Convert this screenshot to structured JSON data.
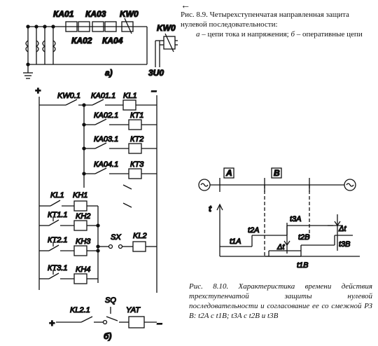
{
  "fig_a": {
    "relays": [
      "КА01",
      "КА03",
      "KW0",
      "КА02",
      "КА04"
    ],
    "kw_label": "KW0",
    "voltage_label": "3U0",
    "panel_label": "а)"
  },
  "fig_b": {
    "plus": "+",
    "minus": "–",
    "contacts": [
      "KW0.1",
      "КА01.1",
      "КА02.1",
      "КА03.1",
      "КА04.1",
      "KL1",
      "КТ1.1",
      "КТ2.1",
      "КТ3.1",
      "KL2.1"
    ],
    "coils": [
      "KL1",
      "КТ1",
      "КТ2",
      "КТ3",
      "KH1",
      "KH2",
      "KH3",
      "KH4",
      "KL2",
      "YAT"
    ],
    "switches": [
      "SX",
      "SQ"
    ],
    "panel_label": "б)"
  },
  "caption_89": {
    "text1": "Рис. 8.9. Четырехступенчатая направленная защита нулевой последовательности:",
    "text2a": "а",
    "text2b": " – цепи тока и напряжения; ",
    "text2c": "б",
    "text2d": " – оперативные цепи"
  },
  "graph": {
    "sections": [
      "A",
      "B"
    ],
    "t_axis": "t",
    "times": [
      "t2A",
      "t1A",
      "Δt",
      "t3A",
      "t2B",
      "Δt",
      "t3B",
      "t1B"
    ]
  },
  "caption_810": {
    "text": "Рис. 8.10. Характеристика времени действия трехступенчатой защиты нулевой последовательности и согласование ее со смежной РЗ В: t2A с t1B; t3A с t2B и t3B"
  }
}
